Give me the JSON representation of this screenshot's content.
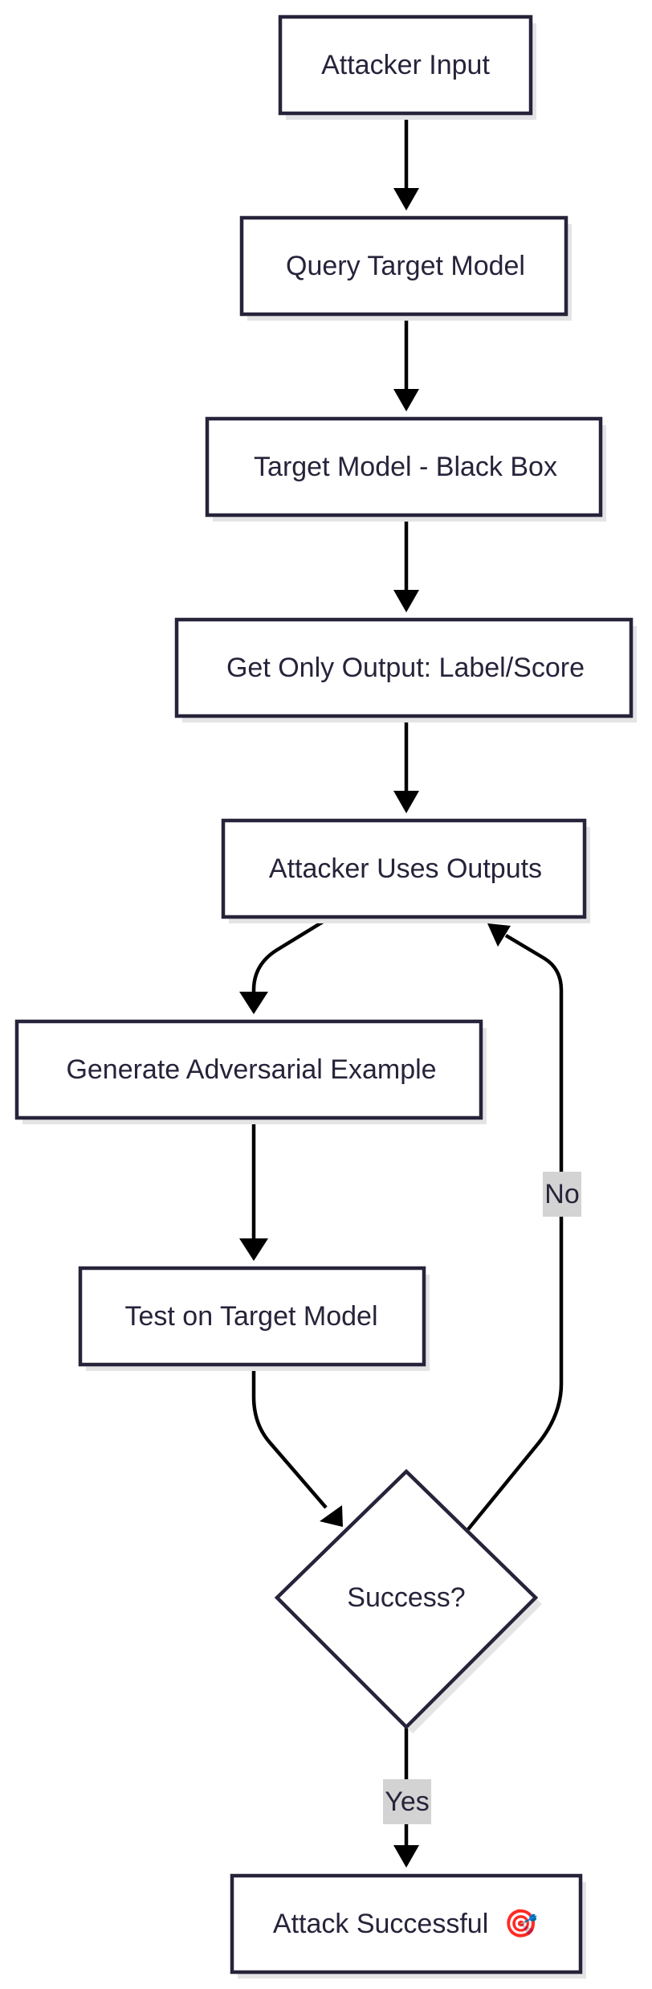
{
  "nodes": {
    "attacker_input": "Attacker Input",
    "query_target": "Query Target Model",
    "black_box": "Target Model - Black Box",
    "get_output": "Get Only Output: Label/Score",
    "attacker_uses": "Attacker Uses Outputs",
    "generate_adv": "Generate Adversarial Example",
    "test_target": "Test on Target Model",
    "success_decision": "Success?",
    "attack_successful": "Attack Successful",
    "attack_successful_icon": "🎯"
  },
  "edges": {
    "no_label": "No",
    "yes_label": "Yes"
  },
  "icons": {
    "attack_successful_icon_name": "target-icon"
  }
}
